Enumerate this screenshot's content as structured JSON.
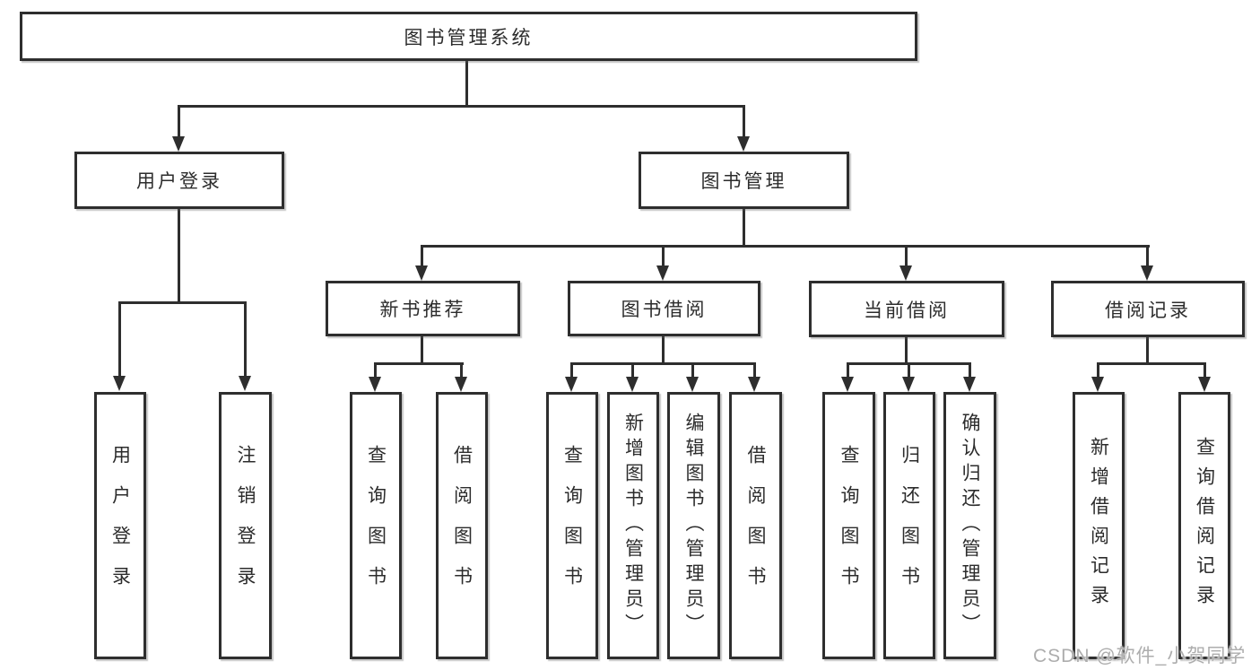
{
  "diagram": {
    "root": {
      "label": "图书管理系统"
    },
    "level1": {
      "user": {
        "label": "用户登录",
        "children": [
          "用户登录",
          "注销登录"
        ]
      },
      "mgmt": {
        "label": "图书管理"
      }
    },
    "level2": {
      "new_book": {
        "label": "新书推荐",
        "children": [
          "查询图书",
          "借阅图书"
        ]
      },
      "borrow": {
        "label": "图书借阅",
        "children": [
          "查询图书",
          "新增图书（管理员）",
          "编辑图书（管理员）",
          "借阅图书"
        ]
      },
      "current": {
        "label": "当前借阅",
        "children": [
          "查询图书",
          "归还图书",
          "确认归还（管理员）"
        ]
      },
      "records": {
        "label": "借阅记录",
        "children": [
          "新增借阅记录",
          "查询借阅记录"
        ]
      }
    },
    "colors": {
      "line": "#2e2e2e",
      "text": "#2c2c2c",
      "box_fill": "#ffffff",
      "watermark": "#adadad"
    }
  },
  "watermark": {
    "text": "CSDN @软件_小贺同学"
  }
}
